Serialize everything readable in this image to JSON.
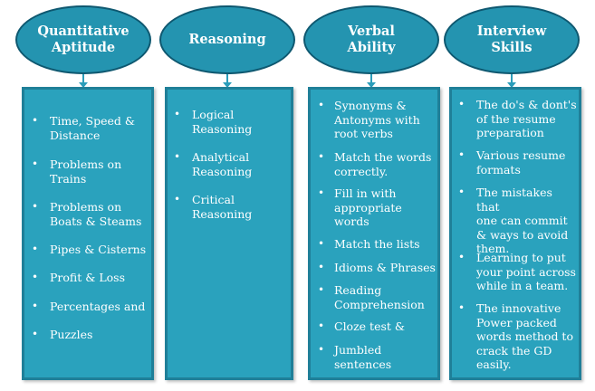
{
  "columns": [
    {
      "title": "Quantitative\nAptitude",
      "items": [
        "Time, Speed &\nDistance",
        "Problems on\nTrains",
        "Problems on\nBoats & Steams",
        "Pipes & Cisterns",
        "Profit & Loss",
        "Percentages and",
        "Puzzles"
      ]
    },
    {
      "title": "Reasoning",
      "items": [
        "Logical\nReasoning",
        "Analytical\nReasoning",
        "Critical\nReasoning"
      ]
    },
    {
      "title": "Verbal\nAbility",
      "items": [
        "Synonyms &\nAntonyms with\nroot verbs",
        "Match the words\ncorrectly.",
        "Fill in with\nappropriate\nwords",
        "Match the lists",
        "Idioms & Phrases",
        "Reading\nComprehension",
        "Cloze test &",
        "Jumbled\nsentences"
      ]
    },
    {
      "title": "Interview\nSkills",
      "items": [
        "The do's & dont's\nof the resume\npreparation",
        "Various resume\nformats",
        "The mistakes that\none can commit\n& ways to avoid\nthem.",
        "Learning to put\nyour point across\nwhile in a team.",
        "The innovative\nPower packed\nwords method to\ncrack the GD\neasily."
      ]
    }
  ],
  "colors": {
    "oval": "#2494b0",
    "box": "#2aa2bd",
    "border": "#1f7f98",
    "text": "#ffffff"
  }
}
